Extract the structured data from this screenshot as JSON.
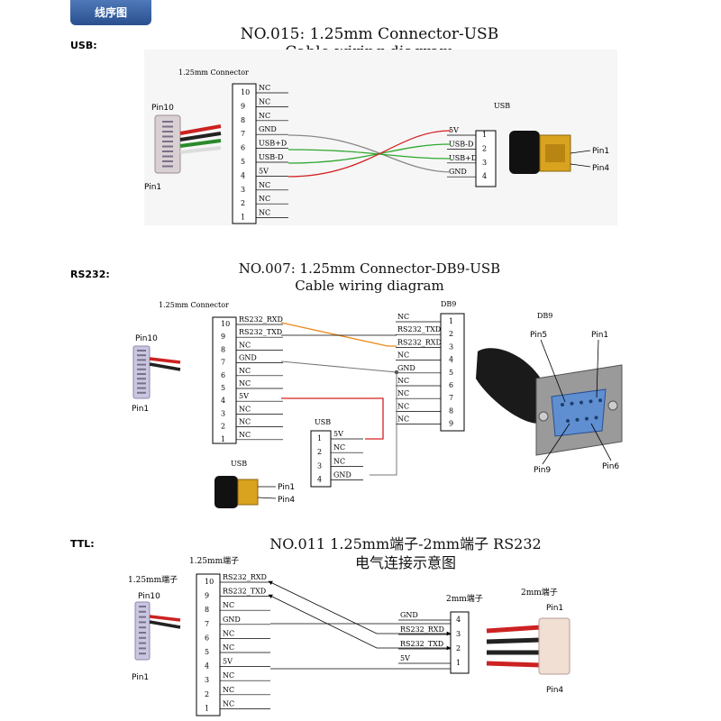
{
  "header": {
    "tab_label": "线序图"
  },
  "usb": {
    "section_label": "USB:",
    "title1": "NO.015: 1.25mm Connector-USB",
    "title2": "Cable wiring diagram",
    "conn_title": "1.25mm Connector",
    "pins": [
      {
        "n": "10",
        "s": "NC"
      },
      {
        "n": "9",
        "s": "NC"
      },
      {
        "n": "8",
        "s": "NC"
      },
      {
        "n": "7",
        "s": "GND"
      },
      {
        "n": "6",
        "s": "USB+D"
      },
      {
        "n": "5",
        "s": "USB-D"
      },
      {
        "n": "4",
        "s": "5V"
      },
      {
        "n": "3",
        "s": "NC"
      },
      {
        "n": "2",
        "s": "NC"
      },
      {
        "n": "1",
        "s": "NC"
      }
    ],
    "usb_title": "USB",
    "usb_pins": [
      {
        "n": "1",
        "s": "5V"
      },
      {
        "n": "2",
        "s": "USB-D"
      },
      {
        "n": "3",
        "s": "USB+D"
      },
      {
        "n": "4",
        "s": "GND"
      }
    ],
    "pin10": "Pin10",
    "pin1": "Pin1",
    "usb_pin1": "Pin1",
    "usb_pin4": "Pin4"
  },
  "rs232": {
    "section_label": "RS232:",
    "title1": "NO.007: 1.25mm Connector-DB9-USB",
    "title2": "Cable wiring diagram",
    "conn_title": "1.25mm Connector",
    "pins": [
      {
        "n": "10",
        "s": "RS232_RXD"
      },
      {
        "n": "9",
        "s": "RS232_TXD"
      },
      {
        "n": "8",
        "s": "NC"
      },
      {
        "n": "7",
        "s": "GND"
      },
      {
        "n": "6",
        "s": "NC"
      },
      {
        "n": "5",
        "s": "NC"
      },
      {
        "n": "4",
        "s": "5V"
      },
      {
        "n": "3",
        "s": "NC"
      },
      {
        "n": "2",
        "s": "NC"
      },
      {
        "n": "1",
        "s": "NC"
      }
    ],
    "db9_title": "DB9",
    "db9_pins": [
      {
        "n": "1",
        "s": "NC"
      },
      {
        "n": "2",
        "s": "RS232_TXD"
      },
      {
        "n": "3",
        "s": "RS232_RXD"
      },
      {
        "n": "4",
        "s": "NC"
      },
      {
        "n": "5",
        "s": "GND"
      },
      {
        "n": "6",
        "s": "NC"
      },
      {
        "n": "7",
        "s": "NC"
      },
      {
        "n": "8",
        "s": "NC"
      },
      {
        "n": "9",
        "s": "NC"
      }
    ],
    "usb_title": "USB",
    "usb_pins": [
      {
        "n": "1",
        "s": "5V"
      },
      {
        "n": "2",
        "s": "NC"
      },
      {
        "n": "3",
        "s": "NC"
      },
      {
        "n": "4",
        "s": "GND"
      }
    ],
    "db9_photo_title": "DB9",
    "pin5": "Pin5",
    "pin1_db9": "Pin1",
    "pin9": "Pin9",
    "pin6": "Pin6",
    "pin10": "Pin10",
    "pin1": "Pin1",
    "usb_plug_title": "USB",
    "usb_pin1": "Pin1",
    "usb_pin4": "Pin4"
  },
  "ttl": {
    "section_label": "TTL:",
    "title1": "NO.011 1.25mm端子-2mm端子 RS232",
    "title2": "电气连接示意图",
    "conn_title": "1.25mm端子",
    "conn_label": "1.25mm端子",
    "pins": [
      {
        "n": "10",
        "s": "RS232_RXD"
      },
      {
        "n": "9",
        "s": "RS232_TXD"
      },
      {
        "n": "8",
        "s": "NC"
      },
      {
        "n": "7",
        "s": "GND"
      },
      {
        "n": "6",
        "s": "NC"
      },
      {
        "n": "5",
        "s": "NC"
      },
      {
        "n": "4",
        "s": "5V"
      },
      {
        "n": "3",
        "s": "NC"
      },
      {
        "n": "2",
        "s": "NC"
      },
      {
        "n": "1",
        "s": "NC"
      }
    ],
    "right_title": "2mm端子",
    "right_pins": [
      {
        "n": "4",
        "s": "GND"
      },
      {
        "n": "3",
        "s": "RS232_RXD"
      },
      {
        "n": "2",
        "s": "RS232_TXD"
      },
      {
        "n": "1",
        "s": "5V"
      }
    ],
    "right_photo_title": "2mm端子",
    "pin10": "Pin10",
    "pin1": "Pin1",
    "right_pin1": "Pin1",
    "right_pin4": "Pin4"
  },
  "colors": {
    "green": "#2fa82f",
    "red": "#d42020",
    "orange": "#e88a1a",
    "gray": "#888888",
    "accent": "#2a4f8f"
  }
}
